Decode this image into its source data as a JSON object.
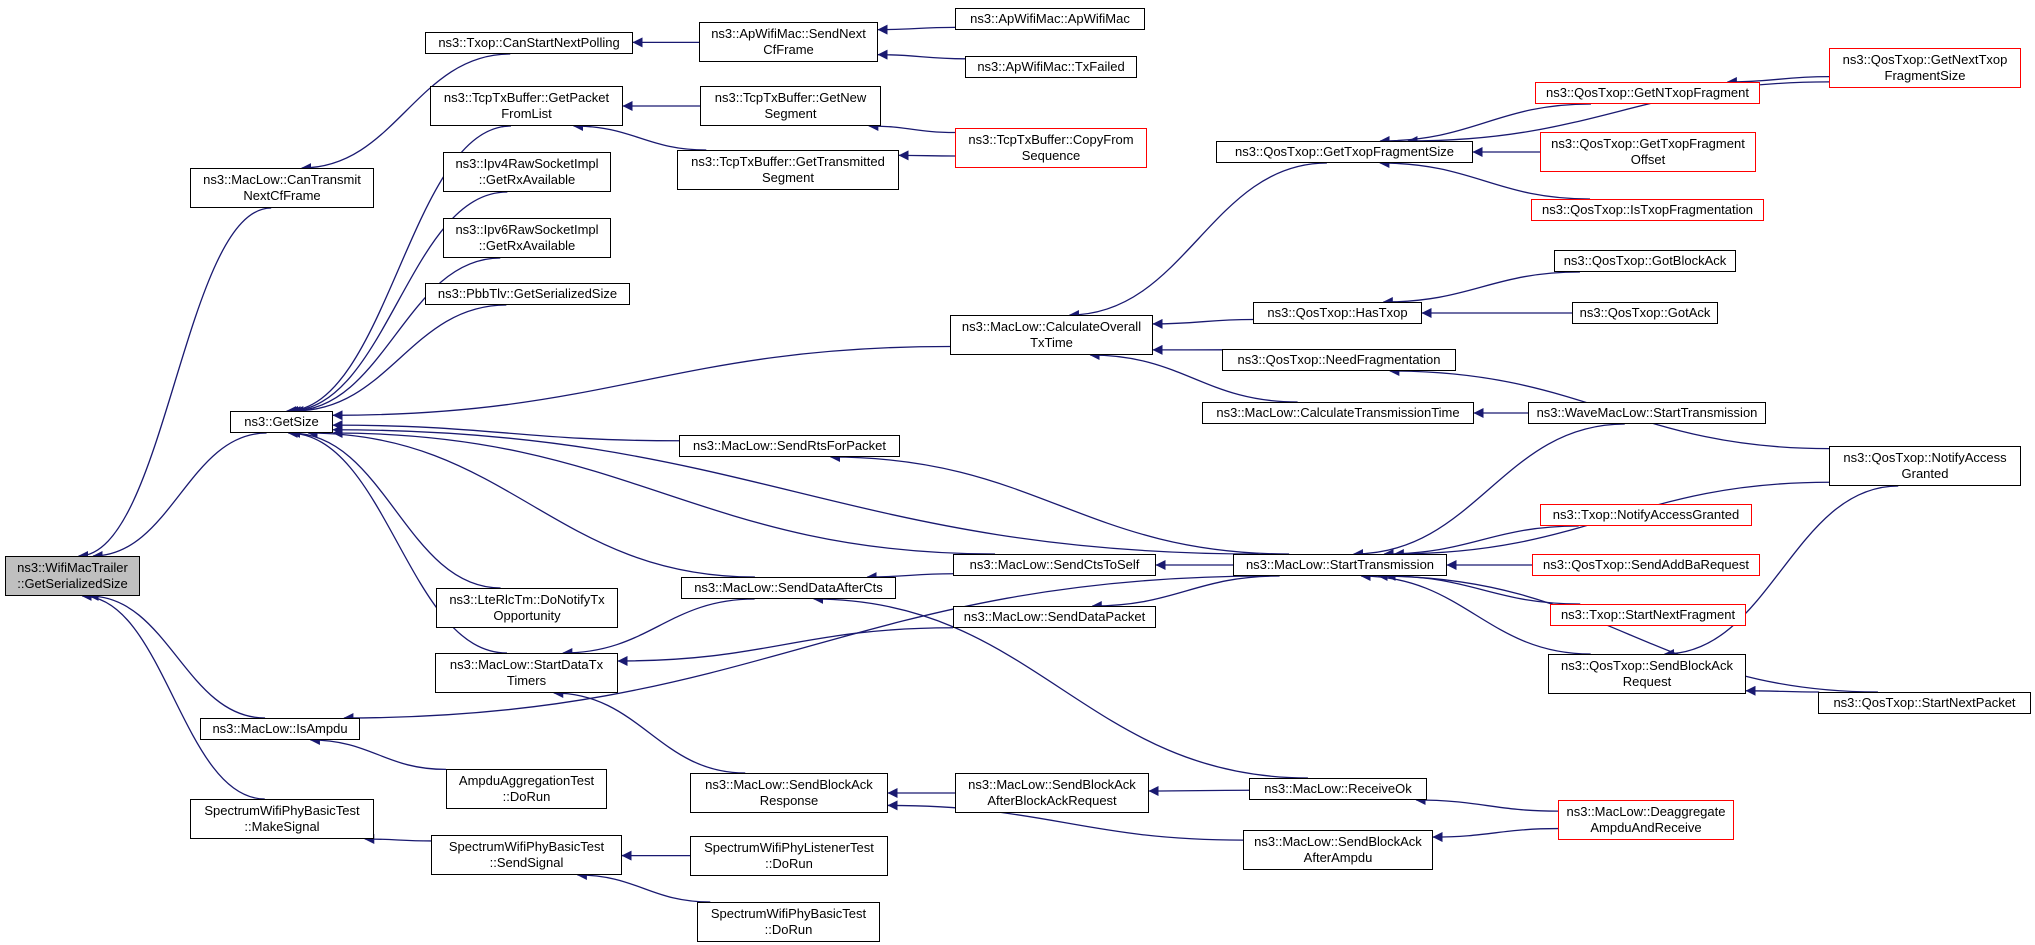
{
  "colors": {
    "edge": "#191970",
    "border": "#000000",
    "border_truncated": "#ff0000",
    "root_fill": "#bfbfbf",
    "background": "#ffffff"
  },
  "nodes": [
    {
      "id": "root",
      "lines": [
        "ns3::WifiMacTrailer",
        "::GetSerializedSize"
      ],
      "root": true
    },
    {
      "id": "canTransmitNextCf",
      "lines": [
        "ns3::MacLow::CanTransmit",
        "NextCfFrame"
      ]
    },
    {
      "id": "getSize",
      "lines": [
        "ns3::GetSize"
      ]
    },
    {
      "id": "isAmpdu",
      "lines": [
        "ns3::MacLow::IsAmpdu"
      ]
    },
    {
      "id": "makeSignal",
      "lines": [
        "SpectrumWifiPhyBasicTest",
        "::MakeSignal"
      ]
    },
    {
      "id": "canStartNextPolling",
      "lines": [
        "ns3::Txop::CanStartNextPolling"
      ]
    },
    {
      "id": "tcpGetPacketFromList",
      "lines": [
        "ns3::TcpTxBuffer::GetPacket",
        "FromList"
      ]
    },
    {
      "id": "ipv4Raw",
      "lines": [
        "ns3::Ipv4RawSocketImpl",
        "::GetRxAvailable"
      ]
    },
    {
      "id": "ipv6Raw",
      "lines": [
        "ns3::Ipv6RawSocketImpl",
        "::GetRxAvailable"
      ]
    },
    {
      "id": "pbbTlv",
      "lines": [
        "ns3::PbbTlv::GetSerializedSize"
      ]
    },
    {
      "id": "lteRlcTm",
      "lines": [
        "ns3::LteRlcTm::DoNotifyTx",
        "Opportunity"
      ]
    },
    {
      "id": "startDataTxTimers",
      "lines": [
        "ns3::MacLow::StartDataTx",
        "Timers"
      ]
    },
    {
      "id": "ampduAggTest",
      "lines": [
        "AmpduAggregationTest",
        "::DoRun"
      ]
    },
    {
      "id": "sendSignal",
      "lines": [
        "SpectrumWifiPhyBasicTest",
        "::SendSignal"
      ]
    },
    {
      "id": "apSendNextCf",
      "lines": [
        "ns3::ApWifiMac::SendNext",
        "CfFrame"
      ]
    },
    {
      "id": "tcpGetNewSegment",
      "lines": [
        "ns3::TcpTxBuffer::GetNew",
        "Segment"
      ]
    },
    {
      "id": "tcpGetTransmitted",
      "lines": [
        "ns3::TcpTxBuffer::GetTransmitted",
        "Segment"
      ]
    },
    {
      "id": "calcOverallTxTime",
      "lines": [
        "ns3::MacLow::CalculateOverall",
        "TxTime"
      ]
    },
    {
      "id": "sendRtsForPacket",
      "lines": [
        "ns3::MacLow::SendRtsForPacket"
      ]
    },
    {
      "id": "sendDataAfterCts",
      "lines": [
        "ns3::MacLow::SendDataAfterCts"
      ]
    },
    {
      "id": "sendBlockAckResponse",
      "lines": [
        "ns3::MacLow::SendBlockAck",
        "Response"
      ]
    },
    {
      "id": "listenerDoRun",
      "lines": [
        "SpectrumWifiPhyListenerTest",
        "::DoRun"
      ]
    },
    {
      "id": "basicDoRun",
      "lines": [
        "SpectrumWifiPhyBasicTest",
        "::DoRun"
      ]
    },
    {
      "id": "apWifiMacCtor",
      "lines": [
        "ns3::ApWifiMac::ApWifiMac"
      ]
    },
    {
      "id": "apTxFailed",
      "lines": [
        "ns3::ApWifiMac::TxFailed"
      ]
    },
    {
      "id": "tcpCopyFromSeq",
      "lines": [
        "ns3::TcpTxBuffer::CopyFrom",
        "Sequence"
      ],
      "truncated": true
    },
    {
      "id": "sendCtsToSelf",
      "lines": [
        "ns3::MacLow::SendCtsToSelf"
      ]
    },
    {
      "id": "sendDataPacket",
      "lines": [
        "ns3::MacLow::SendDataPacket"
      ]
    },
    {
      "id": "sendBlockAckAfterBar",
      "lines": [
        "ns3::MacLow::SendBlockAck",
        "AfterBlockAckRequest"
      ]
    },
    {
      "id": "getTxopFragmentSize",
      "lines": [
        "ns3::QosTxop::GetTxopFragmentSize"
      ]
    },
    {
      "id": "hasTxop",
      "lines": [
        "ns3::QosTxop::HasTxop"
      ]
    },
    {
      "id": "needFragmentation",
      "lines": [
        "ns3::QosTxop::NeedFragmentation"
      ]
    },
    {
      "id": "calcTransmissionTime",
      "lines": [
        "ns3::MacLow::CalculateTransmissionTime"
      ]
    },
    {
      "id": "startTransmission",
      "lines": [
        "ns3::MacLow::StartTransmission"
      ]
    },
    {
      "id": "receiveOk",
      "lines": [
        "ns3::MacLow::ReceiveOk"
      ]
    },
    {
      "id": "sendBlockAckAfterAmpdu",
      "lines": [
        "ns3::MacLow::SendBlockAck",
        "AfterAmpdu"
      ]
    },
    {
      "id": "getNTxopFragment",
      "lines": [
        "ns3::QosTxop::GetNTxopFragment"
      ],
      "truncated": true
    },
    {
      "id": "getTxopFragmentOffset",
      "lines": [
        "ns3::QosTxop::GetTxopFragment",
        "Offset"
      ],
      "truncated": true
    },
    {
      "id": "isTxopFragmentation",
      "lines": [
        "ns3::QosTxop::IsTxopFragmentation"
      ],
      "truncated": true
    },
    {
      "id": "gotBlockAck",
      "lines": [
        "ns3::QosTxop::GotBlockAck"
      ]
    },
    {
      "id": "gotAck",
      "lines": [
        "ns3::QosTxop::GotAck"
      ]
    },
    {
      "id": "waveStartTransmission",
      "lines": [
        "ns3::WaveMacLow::StartTransmission"
      ]
    },
    {
      "id": "txopNotifyAccessGranted",
      "lines": [
        "ns3::Txop::NotifyAccessGranted"
      ],
      "truncated": true
    },
    {
      "id": "sendAddBaRequest",
      "lines": [
        "ns3::QosTxop::SendAddBaRequest"
      ],
      "truncated": true
    },
    {
      "id": "txopStartNextFragment",
      "lines": [
        "ns3::Txop::StartNextFragment"
      ],
      "truncated": true
    },
    {
      "id": "qosSendBlockAckRequest",
      "lines": [
        "ns3::QosTxop::SendBlockAck",
        "Request"
      ]
    },
    {
      "id": "deaggregateAmpdu",
      "lines": [
        "ns3::MacLow::Deaggregate",
        "AmpduAndReceive"
      ],
      "truncated": true
    },
    {
      "id": "getNextTxopFragmentSize",
      "lines": [
        "ns3::QosTxop::GetNextTxop",
        "FragmentSize"
      ],
      "truncated": true
    },
    {
      "id": "qosNotifyAccessGranted",
      "lines": [
        "ns3::QosTxop::NotifyAccess",
        "Granted"
      ]
    },
    {
      "id": "qosStartNextPacket",
      "lines": [
        "ns3::QosTxop::StartNextPacket"
      ]
    }
  ]
}
